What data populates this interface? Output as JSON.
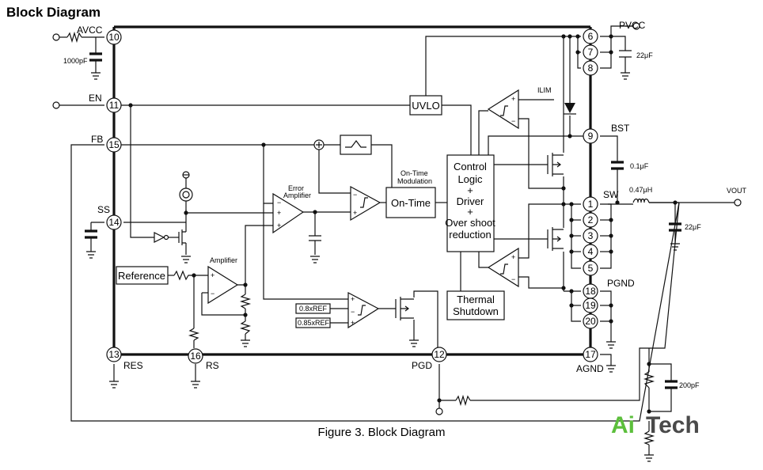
{
  "title": "Block Diagram",
  "caption": "Figure 3. Block Diagram",
  "watermark": {
    "part1": "Ai",
    "part2": "Tech",
    "color1": "#5cbf3c",
    "color2": "#4a4a4a"
  },
  "pins": [
    {
      "num": "10",
      "name": "AVCC"
    },
    {
      "num": "11",
      "name": "EN"
    },
    {
      "num": "15",
      "name": "FB"
    },
    {
      "num": "14",
      "name": "SS"
    },
    {
      "num": "13",
      "name": "RES"
    },
    {
      "num": "16",
      "name": "RS"
    },
    {
      "num": "12",
      "name": "PGD"
    },
    {
      "num": "17",
      "name": "AGND"
    },
    {
      "num": "6",
      "name": "PVCC"
    },
    {
      "num": "7",
      "name": ""
    },
    {
      "num": "8",
      "name": ""
    },
    {
      "num": "9",
      "name": "BST"
    },
    {
      "num": "1",
      "name": "SW"
    },
    {
      "num": "2",
      "name": ""
    },
    {
      "num": "3",
      "name": ""
    },
    {
      "num": "4",
      "name": ""
    },
    {
      "num": "5",
      "name": ""
    },
    {
      "num": "18",
      "name": "PGND"
    },
    {
      "num": "19",
      "name": ""
    },
    {
      "num": "20",
      "name": ""
    }
  ],
  "blocks": {
    "uvlo": "UVLO",
    "on_time": "On-Time",
    "on_time_modulation": [
      "On-Time",
      "Modulation"
    ],
    "control_logic": [
      "Control",
      "Logic",
      "+",
      "Driver",
      "+",
      "Over shoot",
      "reduction"
    ],
    "thermal": [
      "Thermal",
      "Shutdown"
    ],
    "reference": "Reference",
    "error_amplifier": [
      "Error",
      "Amplifier"
    ],
    "amplifier": "Amplifier",
    "ref_08": "0.8xREF",
    "ref_085": "0.85xREF",
    "ilim": "ILIM"
  },
  "components": {
    "c_avcc": "1000pF",
    "c_pvcc": "22μF",
    "c_bst": "0.1μF",
    "l_out": "0.47μH",
    "c_out": "22μF",
    "c_ff": "200pF",
    "vout": "VOUT"
  }
}
